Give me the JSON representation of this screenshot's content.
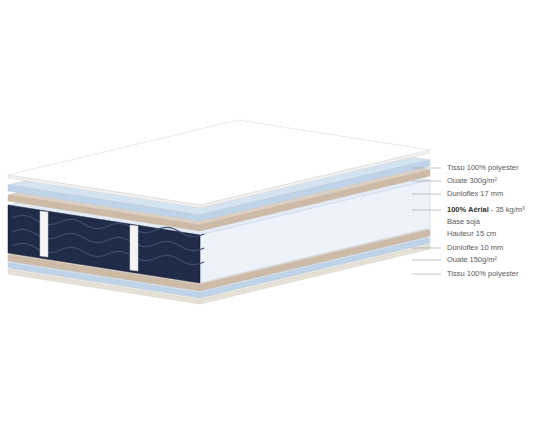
{
  "diagram": {
    "labels": [
      "Tissu 100% polyester",
      "Ouate 300g/m²",
      "Dunloflex 17 mm",
      "100% Aérial",
      "- 35 kg/m³",
      "Base soja",
      "Hauteur 15 cm",
      "Dunloflex 10 mm",
      "Ouate 150g/m²",
      "Tissu 100% polyester"
    ]
  }
}
